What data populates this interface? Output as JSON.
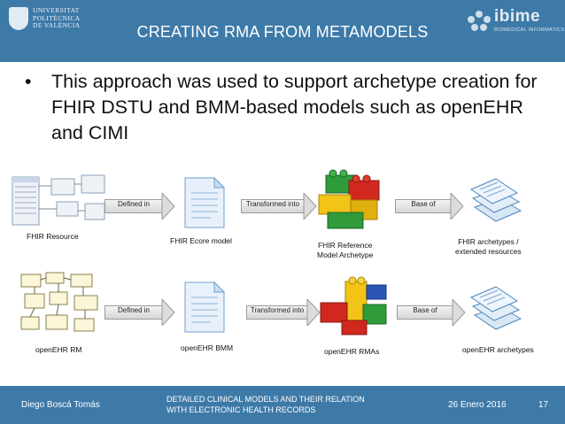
{
  "header": {
    "title": "CREATING RMA FROM METAMODELS",
    "left_logo_text": "UNIVERSITAT\nPOLITÈCNICA\nDE VALÈNCIA",
    "right_logo_text": "ibime",
    "right_logo_subtext": "BIOMEDICAL INFORMATICS"
  },
  "bullet": {
    "text": "This approach was used to support archetype creation for FHIR DSTU and BMM-based models such as openEHR and CIMI"
  },
  "rows": [
    {
      "source": "FHIR Resource",
      "arrow1": "Defined in",
      "model": "FHIR Ecore model",
      "arrow2": "Transformed into",
      "rma": "FHIR Reference\nModel Archetype",
      "arrow3": "Base of",
      "result": "FHIR archetypes /\nextended resources"
    },
    {
      "source": "openEHR RM",
      "arrow1": "Defined in",
      "model": "openEHR BMM",
      "arrow2": "Transformed into",
      "rma": "openEHR RMAs",
      "arrow3": "Base of",
      "result": "openEHR archetypes"
    }
  ],
  "footer": {
    "author": "Diego Boscá Tomás",
    "title": "DETAILED CLINICAL MODELS AND THEIR RELATION\nWITH ELECTRONIC HEALTH RECORDS",
    "date": "26 Enero 2016",
    "page": "17"
  }
}
